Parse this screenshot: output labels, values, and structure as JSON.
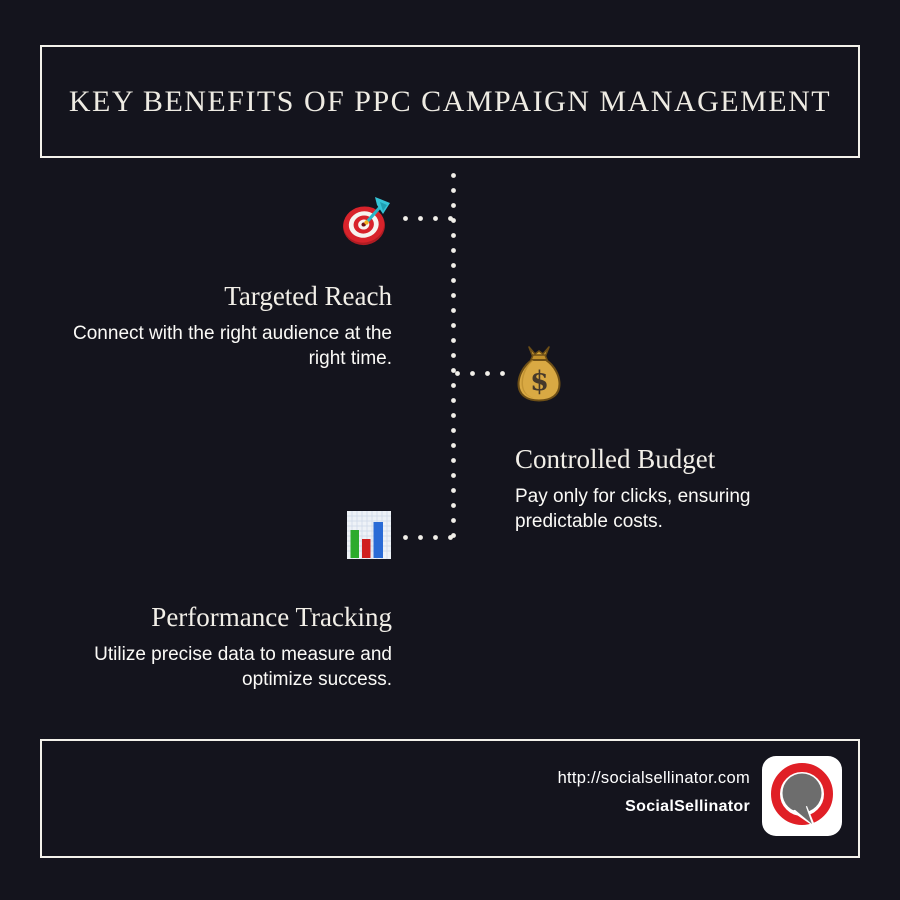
{
  "colors": {
    "background": "#14141d",
    "border_ivory": "#f3f1ea",
    "heading_ivory": "#f2efe8",
    "body_text": "#fbfaf7",
    "dot": "#f1efe9",
    "target_red": "#cf2027",
    "dart_teal": "#30bfd1",
    "money_gold": "#d9a943",
    "chart_green": "#2cab2c",
    "chart_red": "#d01f1f",
    "chart_blue": "#2a6bd6",
    "logo_red": "#e01f26",
    "logo_gray": "#6d6d6d"
  },
  "header": {
    "title": "KEY BENEFITS OF PPC CAMPAIGN MANAGEMENT"
  },
  "benefits": [
    {
      "icon": "target-dart-icon",
      "title": "Targeted Reach",
      "description": "Connect with the right audience at the right time."
    },
    {
      "icon": "money-bag-icon",
      "title": "Controlled Budget",
      "description": "Pay only for clicks, ensuring predictable costs."
    },
    {
      "icon": "bar-chart-icon",
      "title": "Performance Tracking",
      "description": "Utilize precise data to measure and optimize success."
    }
  ],
  "footer": {
    "url": "http://socialsellinator.com",
    "brand": "SocialSellinator",
    "logo": "socialsellinator-speech-bubble-logo"
  }
}
